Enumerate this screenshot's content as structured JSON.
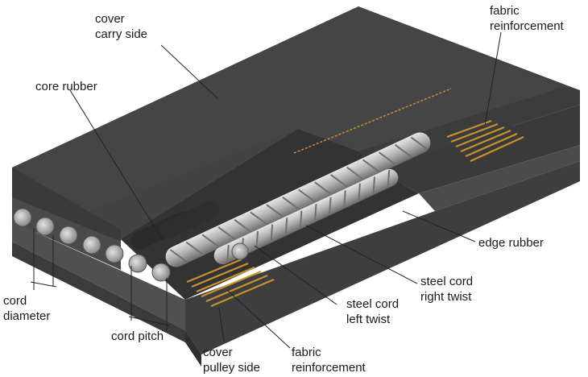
{
  "labels": {
    "cover_carry_side": [
      "cover",
      "carry side"
    ],
    "fabric_reinforcement_top": [
      "fabric",
      "reinforcement"
    ],
    "core_rubber": [
      "core rubber"
    ],
    "edge_rubber": [
      "edge rubber"
    ],
    "steel_cord_right_twist": [
      "steel cord",
      "right twist"
    ],
    "steel_cord_left_twist": [
      "steel cord",
      "left twist"
    ],
    "cord_diameter": [
      "cord",
      "diameter"
    ],
    "cord_pitch": [
      "cord pitch"
    ],
    "cover_pulley_side": [
      "cover",
      "pulley side"
    ],
    "fabric_reinforcement_bottom": [
      "fabric",
      "reinforcement"
    ]
  },
  "colors": {
    "rubber_top": "#404040",
    "rubber_side": "#555555",
    "rubber_dark": "#2f2f2f",
    "fabric": "#c8912f",
    "steel": "#b4b4b4",
    "steel_shadow": "#7a7a7a",
    "leader_line": "#222222"
  }
}
